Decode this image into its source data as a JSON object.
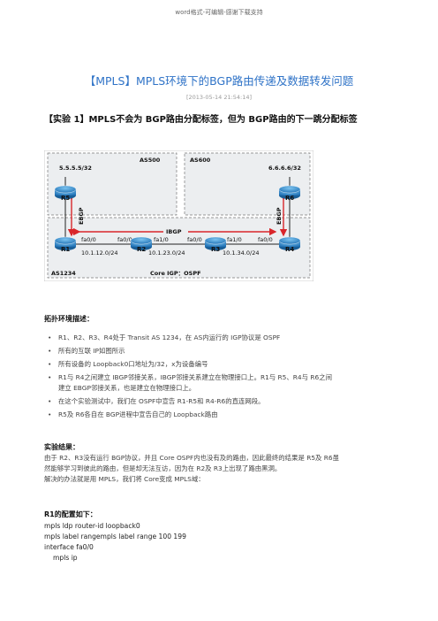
{
  "header_note": "word格式-可编辑-感谢下载支持",
  "title": "【MPLS】MPLS环境下的BGP路由传递及数据转发问题",
  "date": "[2013-05-14 21:54:14]",
  "experiment_heading": "【实验 1】MPLS不会为 BGP路由分配标签，但为 BGP路由的下一跳分配标签",
  "diagram": {
    "as500": "AS500",
    "as600": "AS600",
    "as1234": "AS1234",
    "core": "Core IGP：OSPF",
    "r5_lo": "5.5.5.5/32",
    "r6_lo": "6.6.6.6/32",
    "ibgp": "IBGP",
    "ebgp_left": "EBGP",
    "ebgp_right": "EBGP",
    "routers": [
      "R1",
      "R2",
      "R3",
      "R4",
      "R5",
      "R6"
    ],
    "ifaces": [
      "fa0/0",
      "fa0/0",
      "fa1/0",
      "fa0/0",
      "fa1/0",
      "fa0/0"
    ],
    "subnets": [
      "10.1.12.0/24",
      "10.1.23.0/24",
      "10.1.34.0/24"
    ]
  },
  "topology_heading": "拓扑环境描述：",
  "topology_items": [
    "R1、R2、R3、R4处于 Transit AS 1234，在 AS内运行的 IGP协议是 OSPF",
    "所有的互联 IP如图所示",
    "所有设备的 Loopback0口地址为/32，x为设备编号",
    "R1与 R4之间建立 IBGP邻接关系，IBGP邻接关系建立在物理接口上。R1与 R5、R4与 R6之间",
    "建立 EBGP邻接关系，也是建立在物理接口上。",
    "在这个实验测试中，我们在 OSPF中宣告 R1-R5和 R4-R6的直连网段。",
    "R5及 R6各自在 BGP进程中宣告自己的 Loopback路由"
  ],
  "result_heading": "实验结果：",
  "result_lines": [
    "由于 R2、R3没有运行 BGP协议，并且 Core OSPF内也没有及的路由，因此最终的结果是 R5及 R6虽",
    "然能够学习到彼此的路由，但是却无法互访，因为在 R2及 R3上出现了路由黑洞。",
    "解决的办法就是用 MPLS，我们将 Core变成 MPLS域："
  ],
  "config_heading": "R1的配置如下：",
  "config_lines": [
    "mpls ldp router-id loopback0",
    "mpls label rangempls label range 100 199",
    "interface fa0/0",
    "  mpls ip"
  ],
  "colors": {
    "title": "#2f73c7",
    "link_red": "#d9262b",
    "router_blue": "#2a86c8"
  }
}
